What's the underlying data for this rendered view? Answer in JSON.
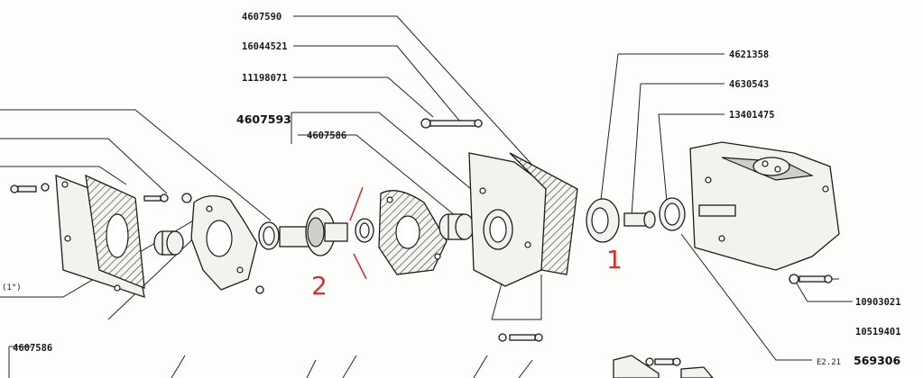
{
  "labels": {
    "p4607590": "4607590",
    "p16044521": "16044521",
    "p11198071": "11198071",
    "p4607593": "4607593",
    "p4607586_top": "4607586",
    "p4621358": "4621358",
    "p4630543": "4630543",
    "p13401475": "13401475",
    "p10903021": "10903021",
    "p10519401": "10519401",
    "p4607586_left": "4607586",
    "note_1c": "(1°)",
    "fig_code": "E2.21",
    "fig_number": "569306"
  },
  "markers": {
    "m1": "1",
    "m2": "2"
  },
  "colors": {
    "marker_red": "#d93030",
    "line": "#1c1c1c"
  }
}
